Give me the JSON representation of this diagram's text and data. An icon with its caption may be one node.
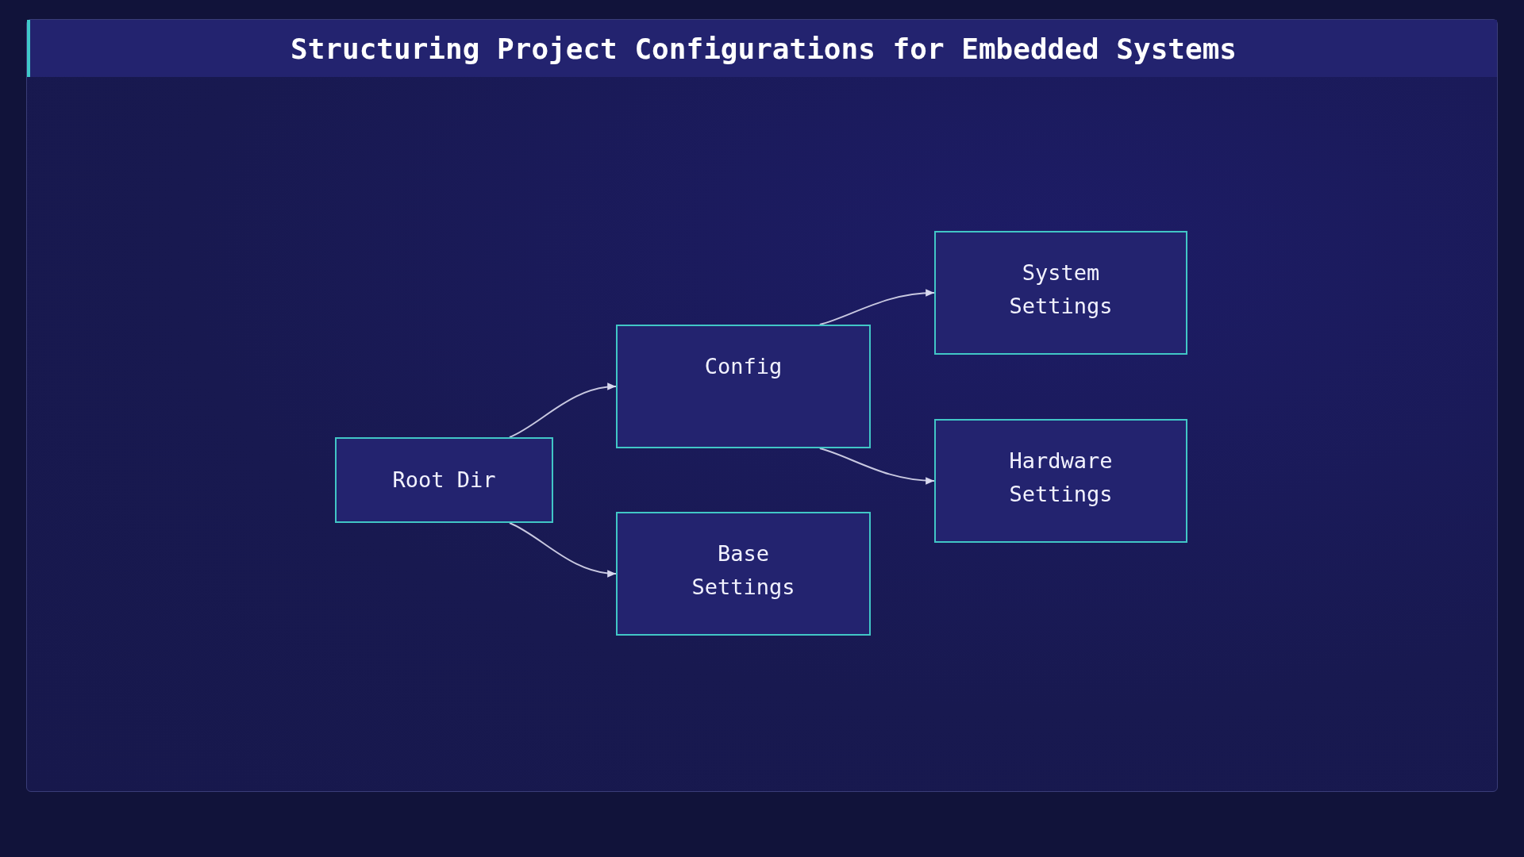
{
  "diagram": {
    "title": "Structuring Project Configurations for Embedded Systems",
    "nodes": [
      {
        "text": [
          "Root Dir"
        ]
      },
      {
        "text": [
          "Config"
        ]
      },
      {
        "text": [
          "Base Settings"
        ]
      },
      {
        "text": [
          "System Settings"
        ]
      },
      {
        "text": [
          "Hardware Settings"
        ]
      }
    ],
    "edges": [
      {
        "from": 0,
        "to": 1,
        "arrow": "to"
      },
      {
        "from": 0,
        "to": 2,
        "arrow": "to"
      },
      {
        "from": 1,
        "to": 3,
        "arrow": "to"
      },
      {
        "from": 1,
        "to": 4,
        "arrow": "to"
      }
    ]
  }
}
